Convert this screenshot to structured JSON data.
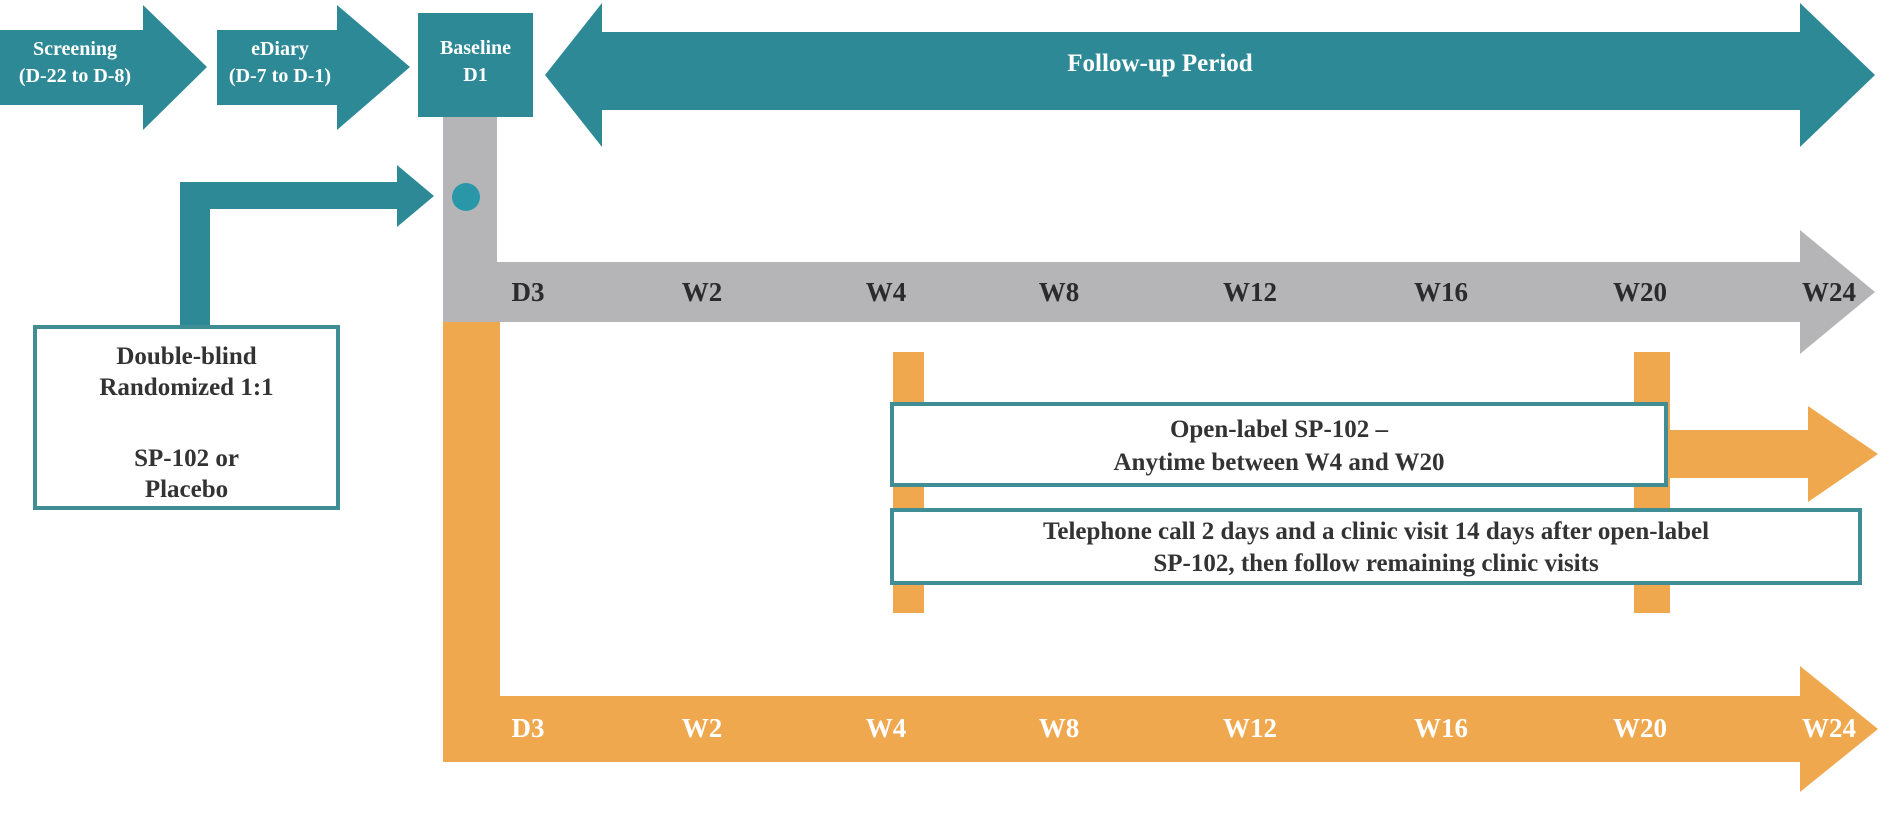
{
  "palette": {
    "teal": "#2d8996",
    "teal_dot": "#2a97a9",
    "box_border_teal": "#418d95",
    "gray": "#b5b5b8",
    "orange": "#f0a84e",
    "text_dark": "#2b2b2b",
    "text_white": "#ffffff"
  },
  "top_row": {
    "screening": {
      "line1": "Screening",
      "line2": "(D-22 to D-8)"
    },
    "ediary": {
      "line1": "eDiary",
      "line2": "(D-7 to D-1)"
    },
    "baseline": {
      "line1": "Baseline",
      "line2": "D1"
    },
    "followup_label": "Follow-up Period"
  },
  "randomization_box": {
    "line1": "Double-blind",
    "line2": "Randomized 1:1",
    "line3": "SP-102 or",
    "line4": "Placebo"
  },
  "gray_timeline": {
    "ticks": [
      "D3",
      "W2",
      "W4",
      "W8",
      "W12",
      "W16",
      "W20",
      "W24"
    ]
  },
  "open_label_box": {
    "line1": "Open-label SP-102 –",
    "line2": "Anytime between W4 and W20"
  },
  "telephone_box": {
    "line1": "Telephone call 2 days and a clinic visit 14 days after open-label",
    "line2": "SP-102, then follow remaining clinic visits"
  },
  "orange_timeline": {
    "ticks": [
      "D3",
      "W2",
      "W4",
      "W8",
      "W12",
      "W16",
      "W20",
      "W24"
    ]
  }
}
